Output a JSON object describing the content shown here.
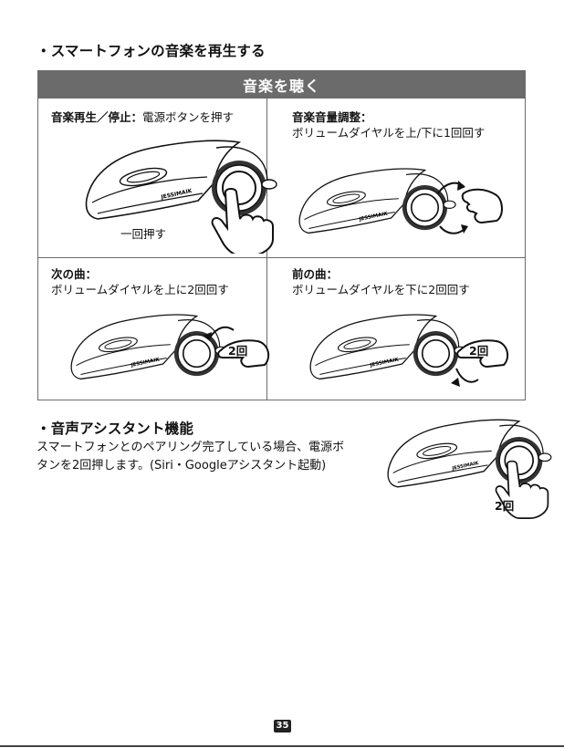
{
  "section1": {
    "heading": "・スマートフォンの音楽を再生する"
  },
  "table": {
    "header": "音楽を聴く",
    "cells": [
      {
        "title_bold": "音楽再生／停止：",
        "title_rest": "電源ボタンを押す",
        "desc": "",
        "label": "一回押す"
      },
      {
        "title_bold": "音楽音量調整：",
        "title_rest": "",
        "desc": "ボリュームダイヤルを上/下に1回回す",
        "label": ""
      },
      {
        "title_bold": "次の曲：",
        "title_rest": "",
        "desc": "ボリュームダイヤルを上に2回回す",
        "label": "2回"
      },
      {
        "title_bold": "前の曲：",
        "title_rest": "",
        "desc": "ボリュームダイヤルを下に2回回す",
        "label": "2回"
      }
    ]
  },
  "section2": {
    "heading": "・音声アシスタント機能",
    "line1": "スマートフォンとのペアリング完了している場合、電源ボ",
    "line2": "タンを2回押します。(Siri・Googleアシスタント起動)",
    "label": "2回"
  },
  "device": {
    "brand": "JESSIMAIK"
  },
  "page_number": "35"
}
